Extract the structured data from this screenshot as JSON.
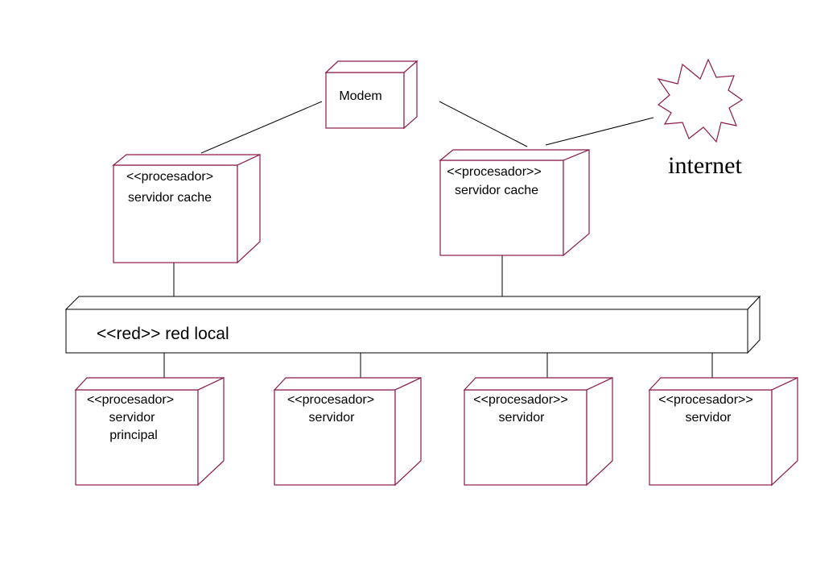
{
  "diagram": {
    "modem": {
      "label": "Modem"
    },
    "cache_left": {
      "line1": "<<procesador>",
      "line2": "servidor cache"
    },
    "cache_right": {
      "line1": "<<procesador>>",
      "line2": "servidor cache"
    },
    "internet": {
      "label": "internet",
      "icon": "starburst-cloud-icon"
    },
    "bus": {
      "label": "<<red>> red local"
    },
    "servers": [
      {
        "line1": "<<procesador>",
        "line2": "servidor",
        "line3": "principal"
      },
      {
        "line1": "<<procesador>",
        "line2": "servidor"
      },
      {
        "line1": "<<procesador>>",
        "line2": "servidor"
      },
      {
        "line1": "<<procesador>>",
        "line2": "servidor"
      }
    ],
    "colors": {
      "node_stroke": "#8b1a4a",
      "line": "#000000"
    }
  }
}
